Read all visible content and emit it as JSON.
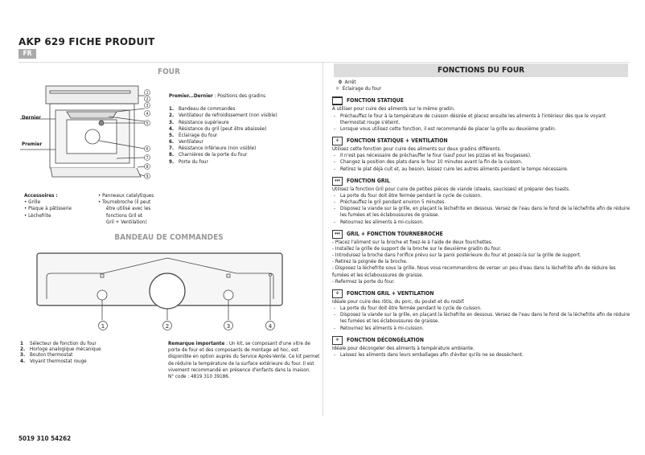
{
  "header": {
    "title": "AKP 629  FICHE PRODUIT",
    "lang": "FR"
  },
  "four": {
    "heading": "FOUR",
    "labels": {
      "dernier": "Dernier",
      "premier": "Premier"
    },
    "positions_label": "Premier...Dernier",
    "positions_text": " : Positions des gradins",
    "parts": [
      {
        "n": "1.",
        "t": "Bandeau de commandes"
      },
      {
        "n": "2.",
        "t": "Ventilateur de refroidissement (non visible)"
      },
      {
        "n": "3.",
        "t": "Résistance supérieure"
      },
      {
        "n": "4.",
        "t": "Résistance du gril (peut être abaissée)"
      },
      {
        "n": "5.",
        "t": "Éclairage du four"
      },
      {
        "n": "6.",
        "t": "Ventilateur"
      },
      {
        "n": "7.",
        "t": "Résistance inférieure (non visible)"
      },
      {
        "n": "8.",
        "t": "Charnières de la porte du four"
      },
      {
        "n": "9.",
        "t": "Porte du four"
      }
    ],
    "callouts": [
      "1",
      "2",
      "3",
      "4",
      "5",
      "6",
      "7",
      "8",
      "9"
    ],
    "accessories_title": "Accessoires :",
    "accessories": [
      "• Grille",
      "• Plaque à pâtisserie",
      "• Lèchefrite"
    ],
    "accessories2": [
      "• Panneaux catalytiques",
      "• Tournebroche (il peut"
    ],
    "accessories2_cont": [
      "être utilisé avec les",
      "fonctions Gril et",
      "Gril + Ventilation)"
    ]
  },
  "bandeau": {
    "heading": "BANDEAU DE COMMANDES",
    "callouts": [
      "1",
      "2",
      "3",
      "4"
    ],
    "legend": [
      {
        "n": "1",
        "t": "Sélecteur de fonction du four"
      },
      {
        "n": "2.",
        "t": "Horloge analogique mécanique"
      },
      {
        "n": "3.",
        "t": "Bouton thermostat"
      },
      {
        "n": "4.",
        "t": "Voyant thermostat rouge"
      }
    ],
    "note_label": "Remarque importante",
    "note_text": " : Un kit, se composant d'une vitre de porte de four et des composants de montage ad hoc, est disponible en option auprès du Service Après-Vente. Ce kit permet de réduire la température de la surface extérieure du four. Il est vivement recommandé en présence d'enfants dans la maison.",
    "note_code": "N° code : 4819 310 39186."
  },
  "fonctions": {
    "heading": "FONCTIONS DU FOUR",
    "arret": "Arrêt",
    "arret_symbol": "0",
    "eclairage": "Éclairage du four",
    "sections": [
      {
        "icon": "static-oven-icon",
        "title": "FONCTION STATIQUE",
        "intro": "À utiliser pour cuire des aliments sur le même gradin.",
        "items": [
          "Préchauffez le four à la température de cuisson désirée et placez ensuite les aliments à l'intérieur dès que le voyant thermostat rouge s'éteint.",
          "Lorsque vous utilisez cette fonction, il est recommandé de placer la grille au deuxième gradin."
        ]
      },
      {
        "icon": "fan-oven-icon",
        "title": "FONCTION STATIQUE + VENTILATION",
        "intro": "Utilisez cette fonction pour cuire des aliments sur deux gradins différents.",
        "items": [
          "Il n'est pas nécessaire de préchauffer le four (sauf pour les pizzas et les fougasses).",
          "Changez la position des plats dans le four 10 minutes avant la fin de la cuisson.",
          "Retirez le plat déjà cuit et, au besoin, laissez cuire les autres aliments pendant le temps nécessaire."
        ]
      },
      {
        "icon": "grill-icon",
        "title": "FONCTION GRIL",
        "intro": "Utilisez la fonction Gril pour cuire de petites pièces de viande (steaks, saucisses) et préparer des toasts.",
        "items": [
          "La porte du four doit être fermée pendant le cycle de cuisson.",
          "Préchauffez le gril pendant environ 5 minutes.",
          "Disposez la viande sur la grille, en plaçant la lèchefrite en dessous. Versez de l'eau dans le fond de la lèchefrite afin de réduire les fumées et les éclaboussures de graisse.",
          "Retournez les aliments à mi-cuisson."
        ]
      },
      {
        "icon": "rotisserie-icon",
        "title": "GRIL + FONCTION TOURNEBROCHE",
        "intro": "",
        "dash": [
          "Placez l'aliment sur la broche et fixez-le à l'aide de deux fourchettes.",
          "Installez la grille de support de la broche sur le deuxième gradin du four.",
          "Introduisez la broche dans l'orifice prévu sur la paroi postérieure du four et posez-la sur la grille de support.",
          "Retirez la poignée de la broche.",
          "Disposez la lèchefrite sous la grille. Nous vous recommandons de verser un peu d'eau dans la lèchefrite afin de réduire les fumées et les éclaboussures de graisse.",
          "Refermez la porte du four."
        ]
      },
      {
        "icon": "grill-fan-icon",
        "title": "FONCTION GRIL + VENTILATION",
        "intro": "Idéale pour cuire des rôtis, du porc, du poulet et du rosbif.",
        "items": [
          "La porte du four doit être fermée pendant le cycle de cuisson.",
          "Disposez la viande sur la grille, en plaçant la lèchefrite en dessous. Versez de l'eau dans le fond de la lèchefrite afin de réduire les fumées et les éclaboussures de graisse.",
          "Retournez les aliments à mi-cuisson."
        ]
      },
      {
        "icon": "defrost-icon",
        "title": "FONCTION DÉCONGÉLATION",
        "intro": "Idéale pour décongeler des aliments à température ambiante.",
        "items": [
          "Laissez les aliments dans leurs emballages afin d'éviter qu'ils ne se dessèchent."
        ]
      }
    ]
  },
  "footer": {
    "code": "5019 310 54262"
  }
}
